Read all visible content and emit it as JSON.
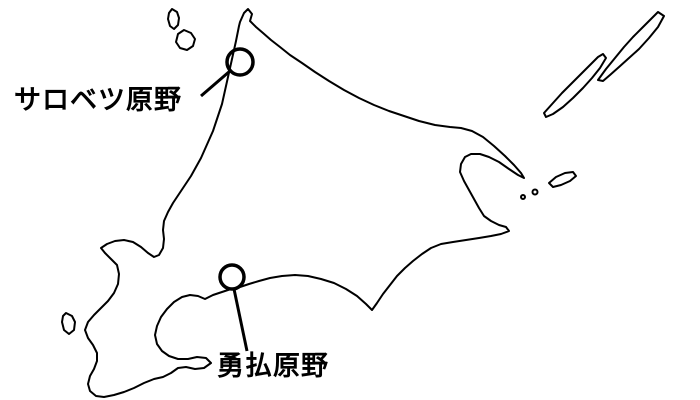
{
  "map": {
    "markers": [
      {
        "id": "sarobetsu",
        "label": "サロベツ原野"
      },
      {
        "id": "yufutsu",
        "label": "勇払原野"
      }
    ]
  },
  "colors": {
    "outline": "#000000",
    "background": "#ffffff"
  }
}
